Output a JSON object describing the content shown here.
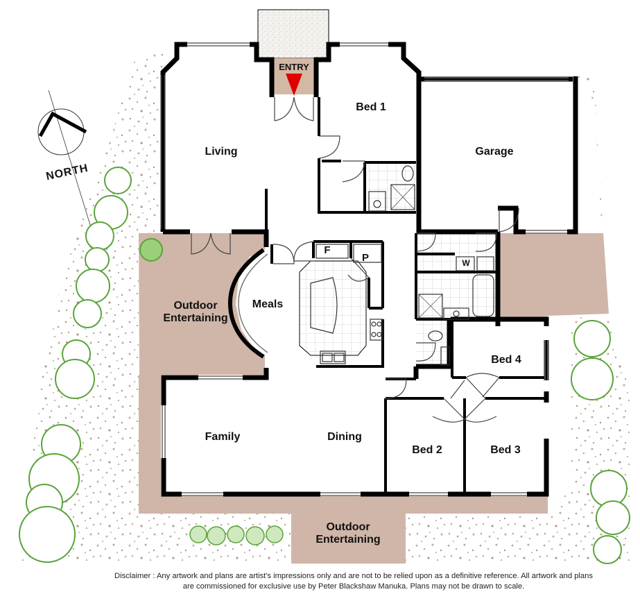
{
  "rooms": {
    "entry": "ENTRY",
    "bed1": "Bed 1",
    "living": "Living",
    "garage": "Garage",
    "outdoor_left_line1": "Outdoor",
    "outdoor_left_line2": "Entertaining",
    "meals": "Meals",
    "bed4": "Bed 4",
    "family": "Family",
    "dining": "Dining",
    "bed2": "Bed 2",
    "bed3": "Bed 3",
    "outdoor_bottom_line1": "Outdoor",
    "outdoor_bottom_line2": "Entertaining"
  },
  "fixtures": {
    "fridge": "F",
    "pantry": "P",
    "washer": "W"
  },
  "compass": {
    "label": "NORTH"
  },
  "disclaimer": "Disclaimer : Any artwork and plans are artist's impressions only and are not to be relied upon as a definitive reference. All artwork and plans are commissioned for exclusive use by Peter Blackshaw Manuka. Plans may not be drawn to scale.",
  "colors": {
    "deck": "#cfb6a8",
    "wall": "#000000",
    "entry_arrow": "#e00000",
    "entry_floor": "#d4b8a6",
    "tree": "#5aa33a"
  }
}
